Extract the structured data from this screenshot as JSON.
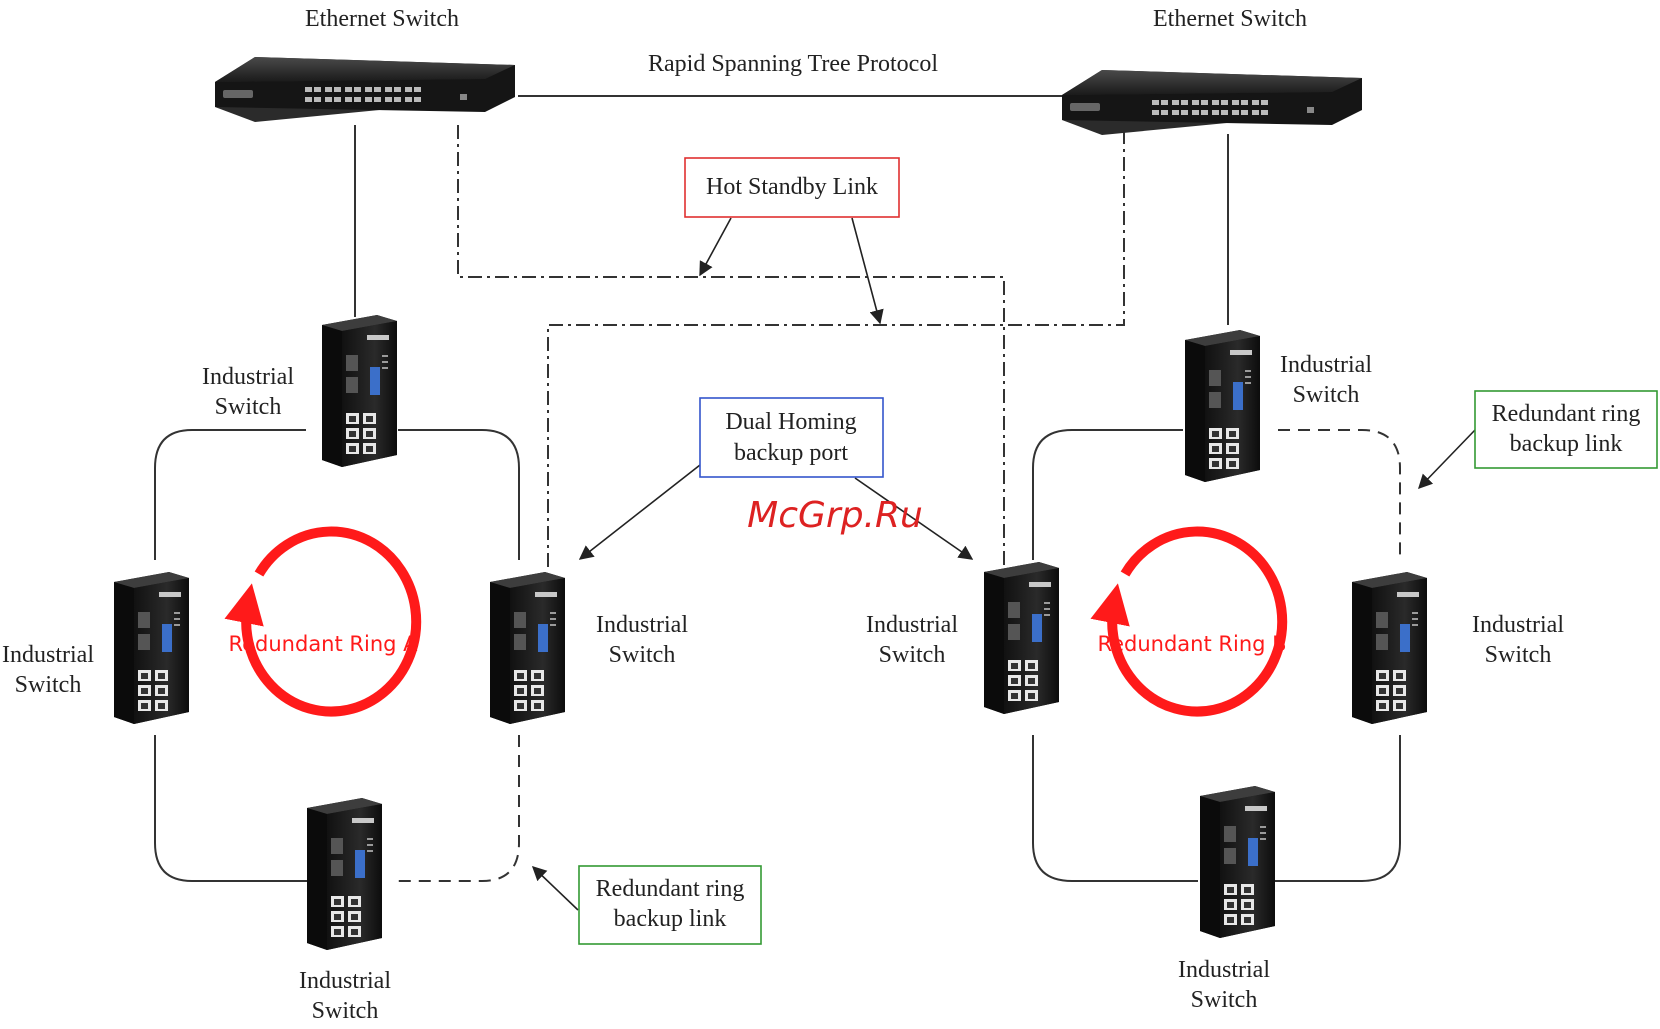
{
  "labels": {
    "ethernet_switch_left": "Ethernet Switch",
    "ethernet_switch_right": "Ethernet Switch",
    "rstp": "Rapid Spanning Tree Protocol",
    "hot_standby": "Hot Standby Link",
    "dual_homing_line1": "Dual Homing",
    "dual_homing_line2": "backup port",
    "backup_link_line1": "Redundant ring",
    "backup_link_line2": "backup link",
    "industrial_line1": "Industrial",
    "industrial_line2": "Switch",
    "ring_a": "Redundant Ring A",
    "ring_b": "Redundant Ring B",
    "watermark": "McGrp.Ru"
  },
  "colors": {
    "ring": "#ff1a1a",
    "hot_standby_box": "#e03030",
    "dual_homing_box": "#3355cc",
    "backup_box": "#339933",
    "line": "#333333"
  },
  "icons": {
    "ethernet_switch": "rack-switch-icon",
    "industrial_switch": "din-rail-switch-icon"
  }
}
